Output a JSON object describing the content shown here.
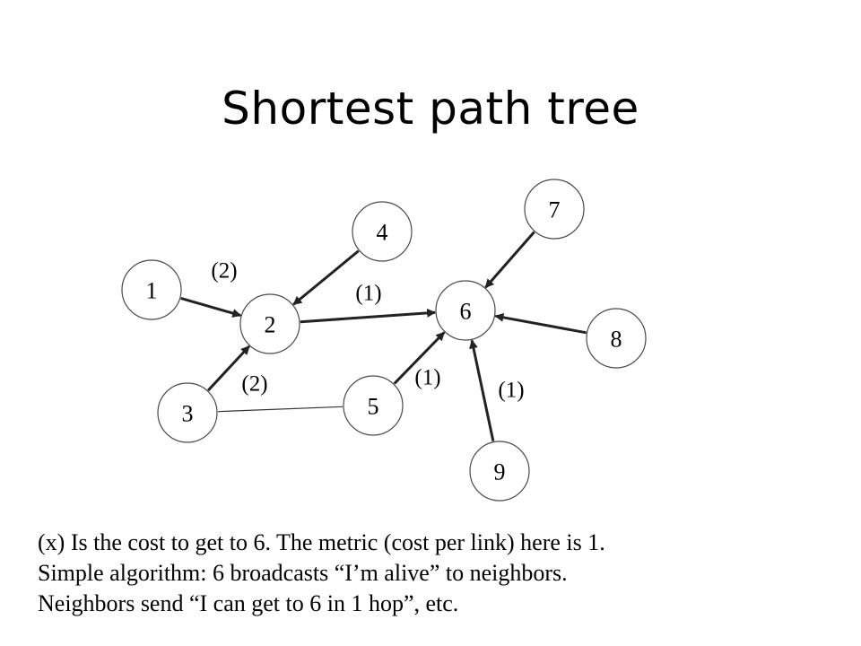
{
  "title": "Shortest path tree",
  "nodes": [
    {
      "id": "1",
      "label": "1"
    },
    {
      "id": "2",
      "label": "2"
    },
    {
      "id": "3",
      "label": "3"
    },
    {
      "id": "4",
      "label": "4"
    },
    {
      "id": "5",
      "label": "5"
    },
    {
      "id": "6",
      "label": "6"
    },
    {
      "id": "7",
      "label": "7"
    },
    {
      "id": "8",
      "label": "8"
    },
    {
      "id": "9",
      "label": "9"
    }
  ],
  "edges": [
    {
      "from": "1",
      "to": "2",
      "directed": true
    },
    {
      "from": "3",
      "to": "2",
      "directed": true
    },
    {
      "from": "4",
      "to": "2",
      "directed": true
    },
    {
      "from": "2",
      "to": "6",
      "directed": true
    },
    {
      "from": "5",
      "to": "6",
      "directed": true
    },
    {
      "from": "7",
      "to": "6",
      "directed": true
    },
    {
      "from": "8",
      "to": "6",
      "directed": true
    },
    {
      "from": "9",
      "to": "6",
      "directed": true
    },
    {
      "from": "3",
      "to": "5",
      "directed": false
    }
  ],
  "cost_labels": {
    "node1": "(2)",
    "node3": "(2)",
    "node2": "(1)",
    "node5": "(1)",
    "node9": "(1)"
  },
  "caption": [
    "(x) Is the cost to get to 6.  The metric (cost per link) here is 1.",
    "Simple algorithm: 6 broadcasts “I’m alive” to neighbors.",
    "Neighbors send “I can get to 6 in 1 hop”, etc."
  ]
}
